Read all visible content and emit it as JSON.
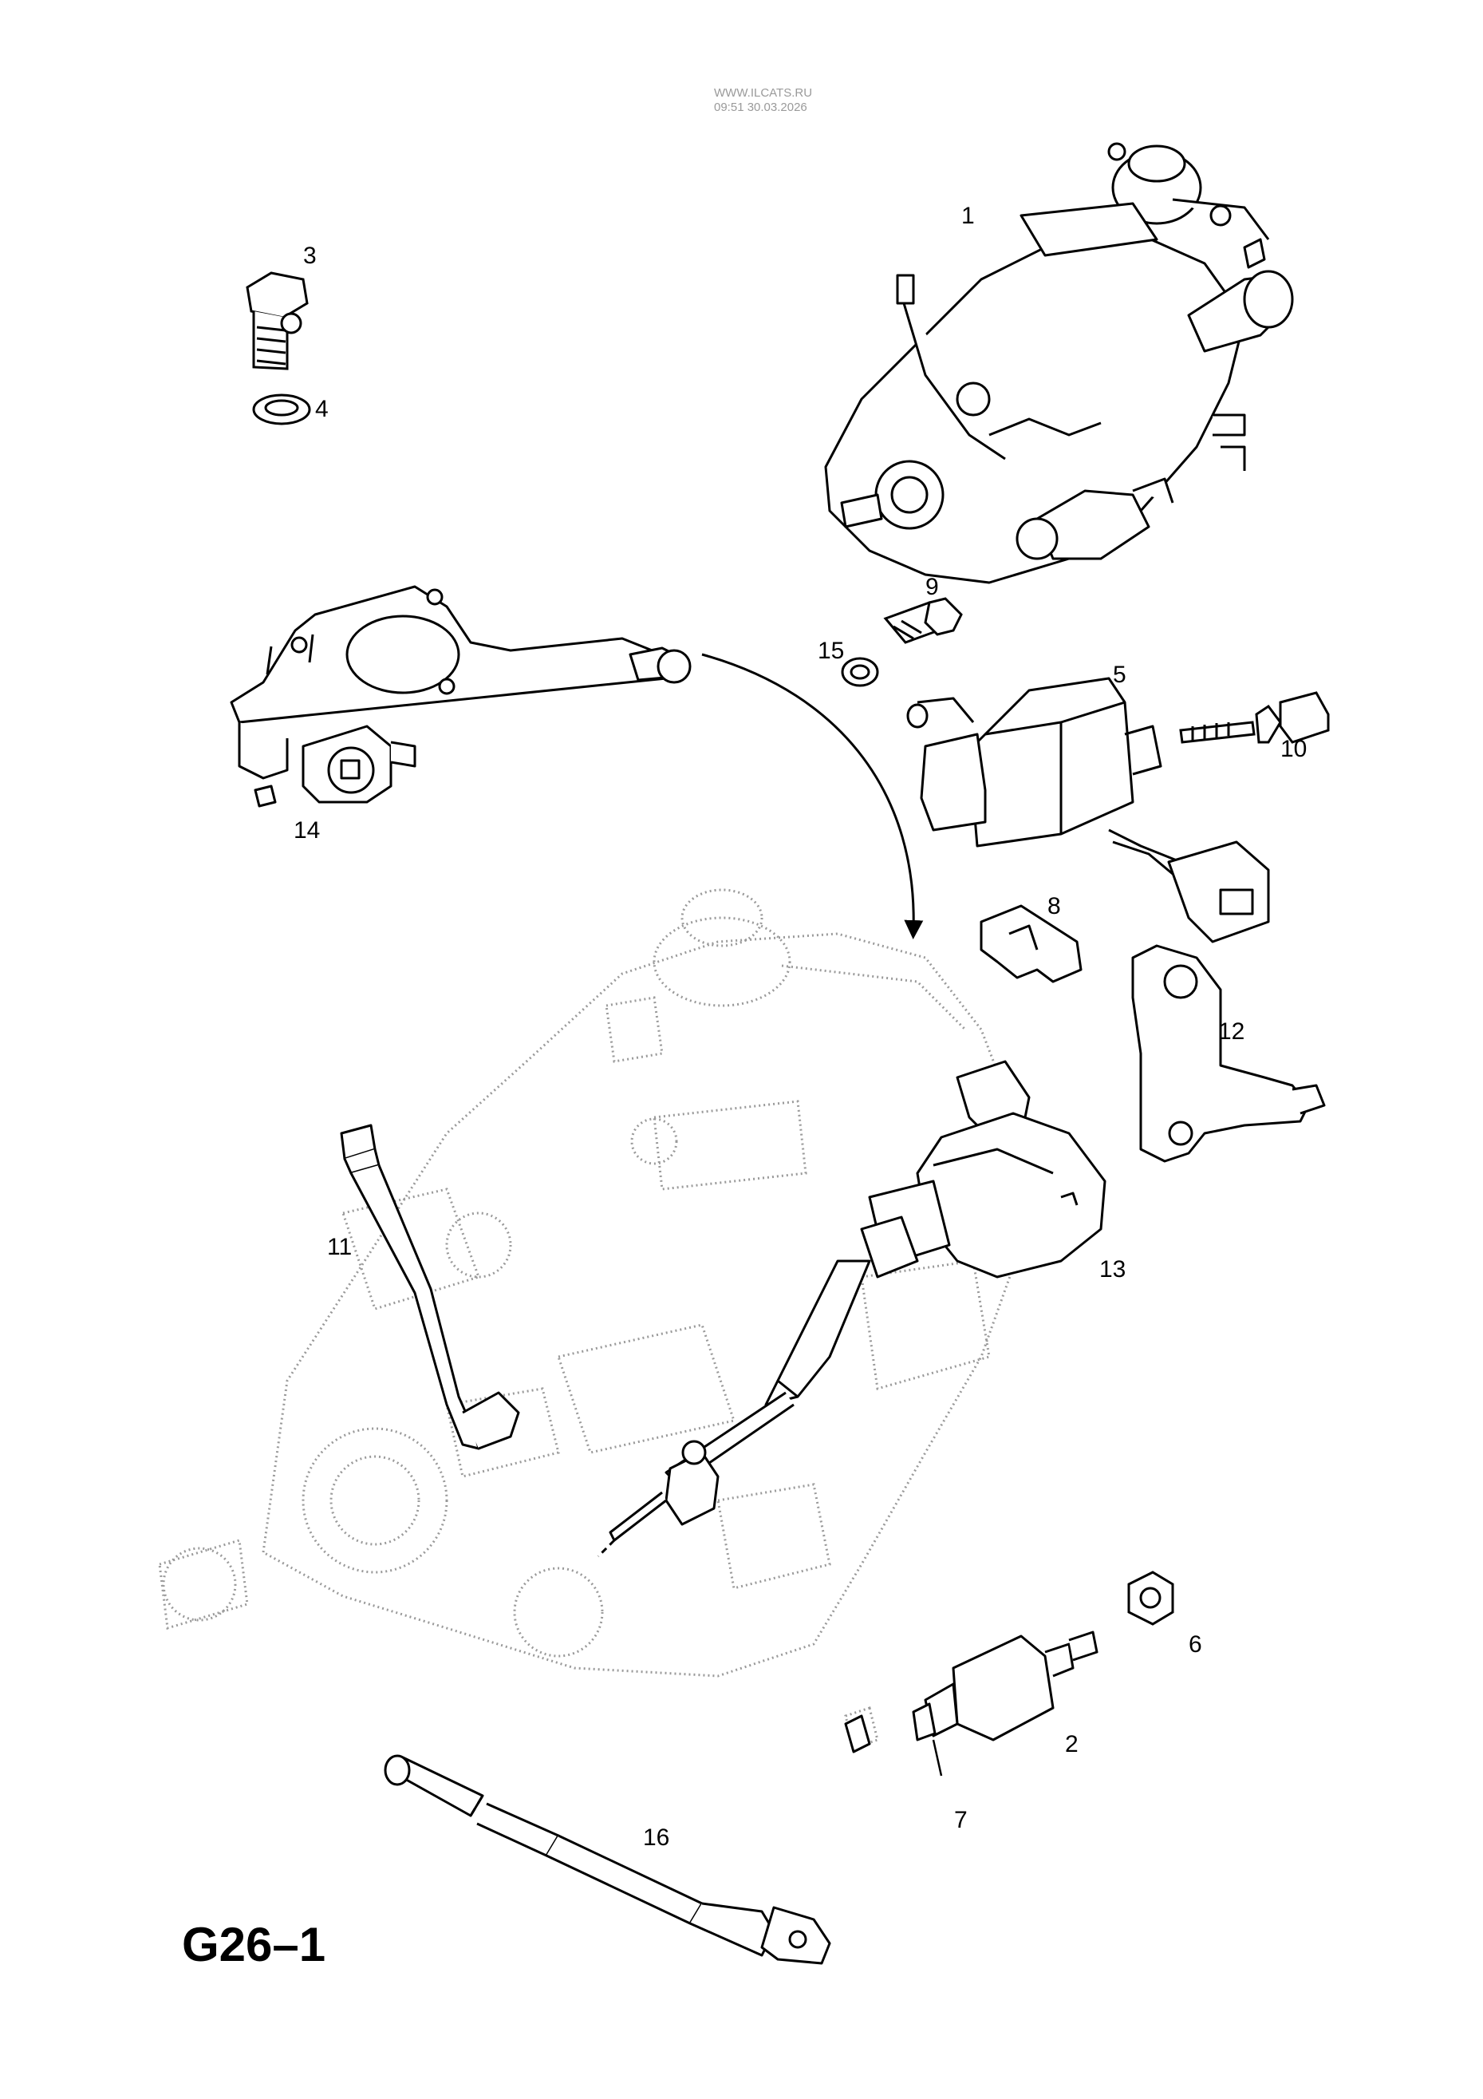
{
  "watermark": {
    "site": "WWW.ILCATS.RU",
    "timestamp": "09:51 30.03.2026"
  },
  "diagram_code": "G26–1",
  "callouts": [
    {
      "id": "p1",
      "label": "1"
    },
    {
      "id": "p2",
      "label": "2"
    },
    {
      "id": "p3",
      "label": "3"
    },
    {
      "id": "p4",
      "label": "4"
    },
    {
      "id": "p5",
      "label": "5"
    },
    {
      "id": "p6",
      "label": "6"
    },
    {
      "id": "p7",
      "label": "7"
    },
    {
      "id": "p8",
      "label": "8"
    },
    {
      "id": "p9",
      "label": "9"
    },
    {
      "id": "p10",
      "label": "10"
    },
    {
      "id": "p11",
      "label": "11"
    },
    {
      "id": "p12",
      "label": "12"
    },
    {
      "id": "p13",
      "label": "13"
    },
    {
      "id": "p14",
      "label": "14"
    },
    {
      "id": "p15",
      "label": "15"
    },
    {
      "id": "p16",
      "label": "16"
    }
  ]
}
